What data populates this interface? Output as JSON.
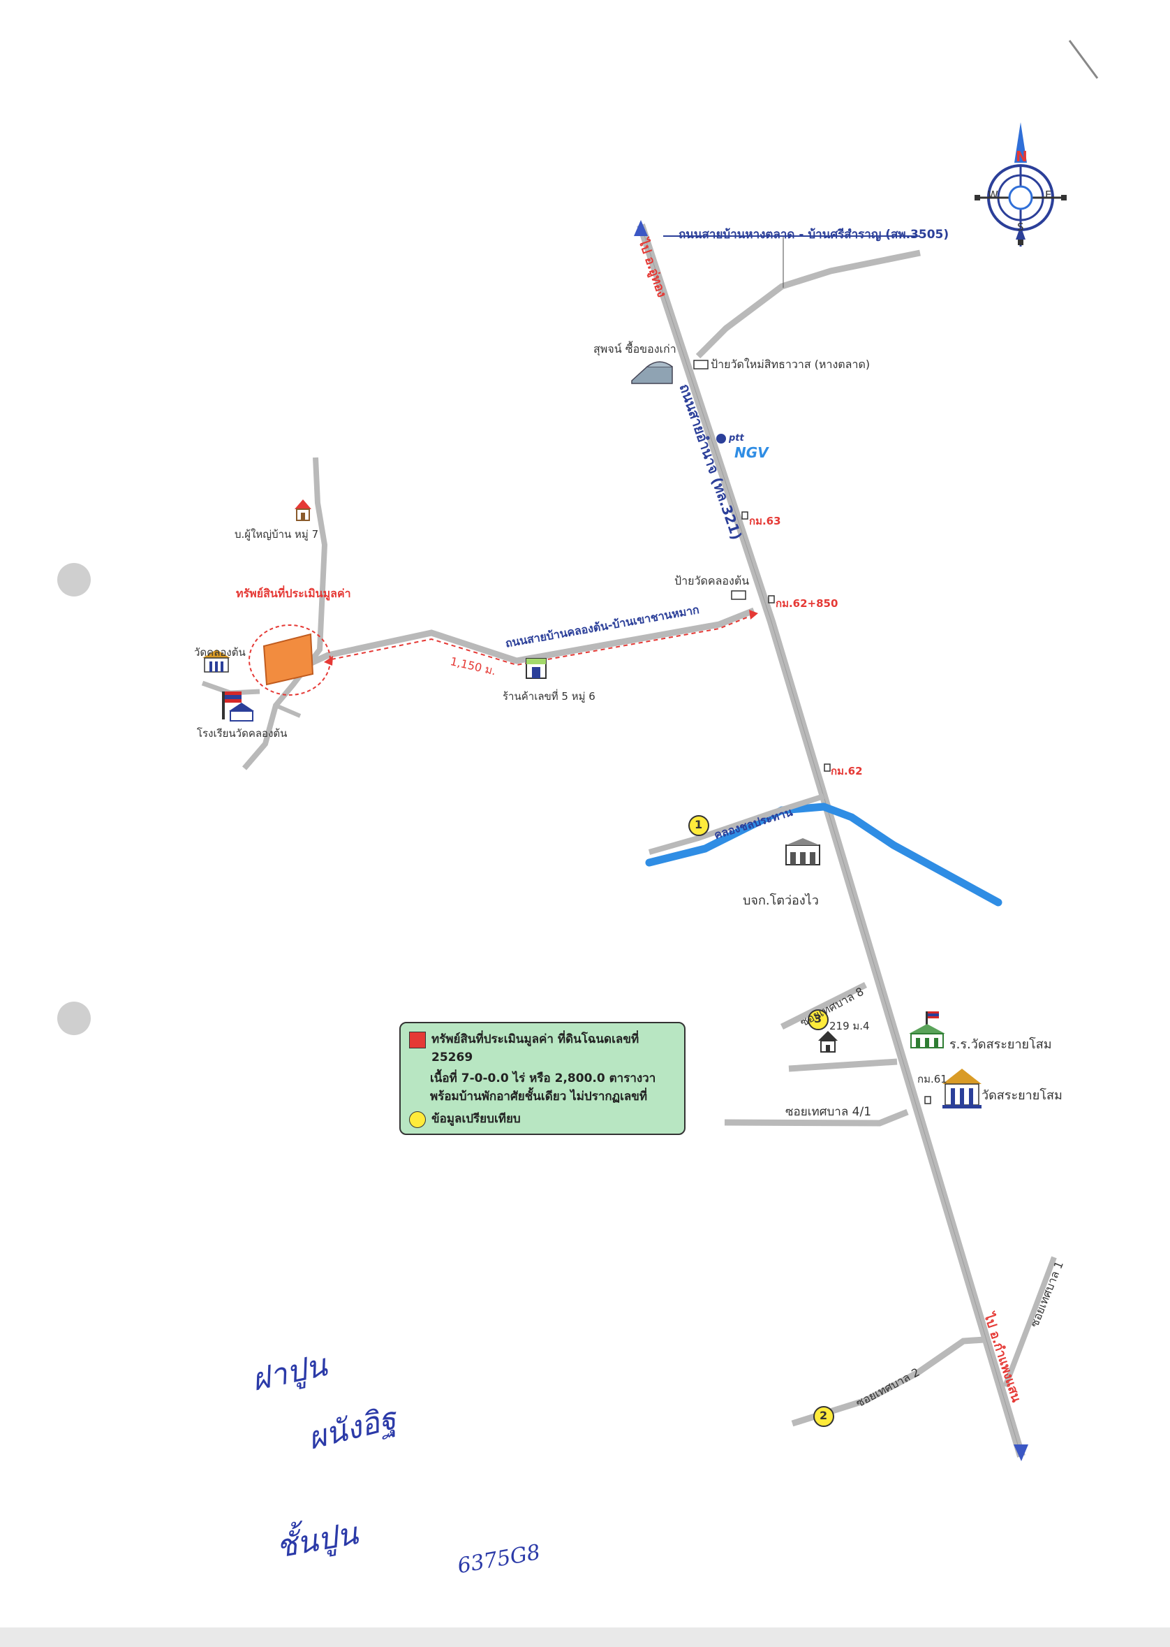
{
  "roads": {
    "main_highway": "ถนนสายอำนาจ (ทล.321)",
    "road_3505": "ถนนสายบ้านหางตลาด - บ้านศรีสำราญ (สพ.3505)",
    "road_khlongton": "ถนนสายบ้านคลองต้น-บ้านเขาชานหมาก",
    "canal": "คลองชลประทาน",
    "soi_8": "ซอยเทศบาล 8",
    "soi_4_1": "ซอยเทศบาล 4/1",
    "soi_2": "ซอยเทศบาล 2",
    "soi_1": "ซอยเทศบาล 1",
    "to_north": "ไป อ.อู่ทอง",
    "to_south": "ไป อ.กำแพงแสน"
  },
  "places": {
    "subject_property": "ทรัพย์สินที่ประเมินมูลค่า",
    "distance": "1,150 ม.",
    "village_head": "บ.ผู้ใหญ่บ้าน หมู่ 7",
    "wat_khlongton": "วัดคลองต้น",
    "school_khlongton": "โรงเรียนวัดคลองต้น",
    "shop": "ร้านค้าเลขที่ 5 หมู่ 6",
    "warehouse": "สุพจน์ ซื้อของเก่า",
    "sign_wat_mai": "ป้ายวัดใหม่สิทธาวาส (หางตลาด)",
    "sign_wat_khlongton": "ป้ายวัดคลองต้น",
    "company": "บจก.โตว่องไว",
    "house_219": "219 ม.4",
    "school_sarayai": "ร.ร.วัดสระยายโสม",
    "wat_sarayai": "วัดสระยายโสม",
    "ptt": "ptt",
    "ngv": "NGV"
  },
  "km_markers": [
    "กม.63",
    "กม.62+850",
    "กม.62",
    "กม.61"
  ],
  "comparables": [
    "1",
    "2",
    "3"
  ],
  "compass": {
    "n": "N",
    "e": "E",
    "s": "S",
    "w": "W"
  },
  "legend": {
    "line1": "ทรัพย์สินที่ประเมินมูลค่า ที่ดินโฉนดเลขที่ 25269",
    "line2": "เนื้อที่ 7-0-0.0 ไร่ หรือ 2,800.0 ตารางวา",
    "line3": "พร้อมบ้านพักอาศัยชั้นเดียว ไม่ปรากฏเลขที่",
    "line4": "ข้อมูลเปรียบเทียบ"
  },
  "handwriting": {
    "line1": "ฝาปูน",
    "line2": "ผนังอิฐ",
    "line3": "ชั้นปูน",
    "number": "6375G8"
  },
  "colors": {
    "road": "#b9b9b9",
    "canal": "#2f8de4",
    "property": "#f28c3f",
    "legend_bg": "#b8e6c2",
    "accent_red": "#e53935",
    "accent_blue": "#2b3f99"
  }
}
